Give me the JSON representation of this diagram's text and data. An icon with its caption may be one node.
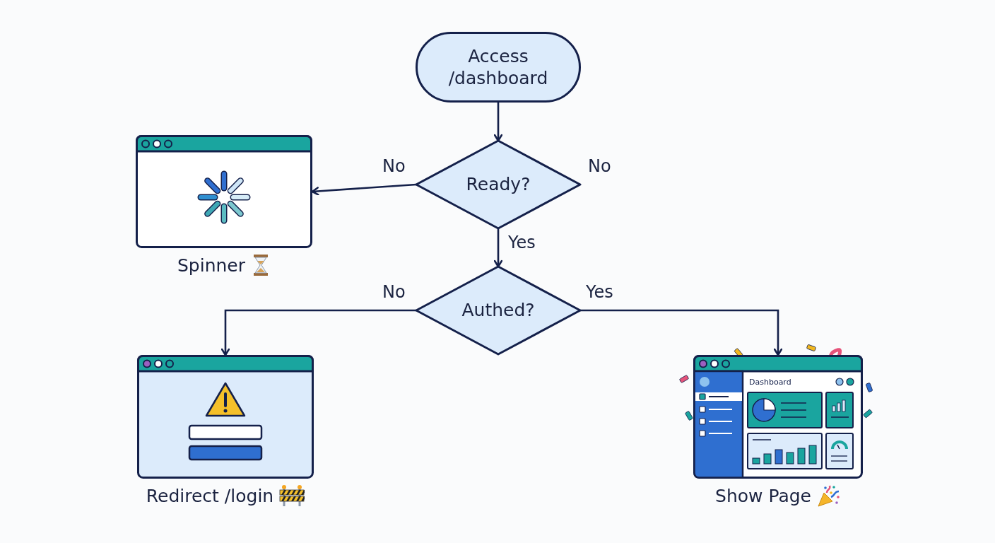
{
  "diagram": {
    "nodes": [
      {
        "text": [
          "Access /dashboard"
        ]
      },
      {
        "text": [
          "Ready?"
        ]
      },
      {
        "text": [
          "Spinner"
        ]
      },
      {
        "text": [
          "Authed?"
        ]
      },
      {
        "text": [
          "Redirect /login"
        ]
      },
      {
        "text": [
          "Show Page"
        ]
      }
    ],
    "edges": [
      {
        "from": 0,
        "to": 1,
        "arrow": "to"
      },
      {
        "from": 1,
        "to": 2,
        "arrow": "to",
        "label": "No"
      },
      {
        "from": 1,
        "to": 3,
        "arrow": "to",
        "label": "Yes"
      },
      {
        "from": 3,
        "to": 4,
        "arrow": "to",
        "label": "No"
      },
      {
        "from": 3,
        "to": 5,
        "arrow": "to",
        "label": "Yes"
      }
    ],
    "labels": [
      "No",
      "Dashboard"
    ]
  }
}
